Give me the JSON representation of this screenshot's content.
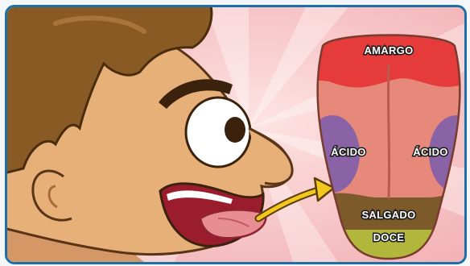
{
  "tongue_labels": {
    "bitter": "AMARGO",
    "sour_left": "ÁCIDO",
    "sour_right": "ÁCIDO",
    "salty": "SALGADO",
    "sweet": "DOCE"
  },
  "colors": {
    "frame_border": "#1d6fa8",
    "background": "#f6c6c6",
    "bitter_zone": "#e63b3b",
    "sour_zone": "#8a63a6",
    "salty_zone": "#7d5a2a",
    "sweet_zone": "#b0b73a",
    "tongue": "#e6897a",
    "arrow": "#f2c81c"
  }
}
